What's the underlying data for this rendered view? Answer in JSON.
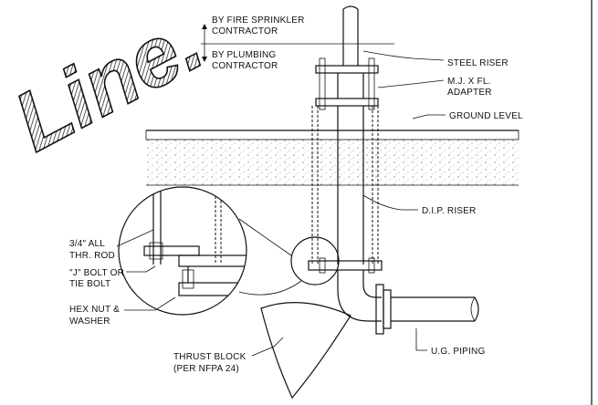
{
  "watermark": {
    "text": "Line."
  },
  "labels": {
    "by_fire_sprinkler": [
      "BY FIRE SPRINKLER",
      "CONTRACTOR"
    ],
    "by_plumbing": [
      "BY PLUMBING",
      "CONTRACTOR"
    ],
    "steel_riser": "STEEL RISER",
    "mj_adapter": [
      "M.J. X FL.",
      "ADAPTER"
    ],
    "ground_level": "GROUND LEVEL",
    "dip_riser": "D.I.P. RISER",
    "all_thread_rod": [
      "3/4\" ALL",
      "THR. ROD"
    ],
    "j_bolt": [
      "\"J\" BOLT OR",
      "TIE BOLT"
    ],
    "hex_nut": [
      "HEX NUT &",
      "WASHER"
    ],
    "thrust_block": [
      "THRUST BLOCK",
      "(PER NFPA 24)"
    ],
    "ug_piping": "U.G. PIPING"
  }
}
